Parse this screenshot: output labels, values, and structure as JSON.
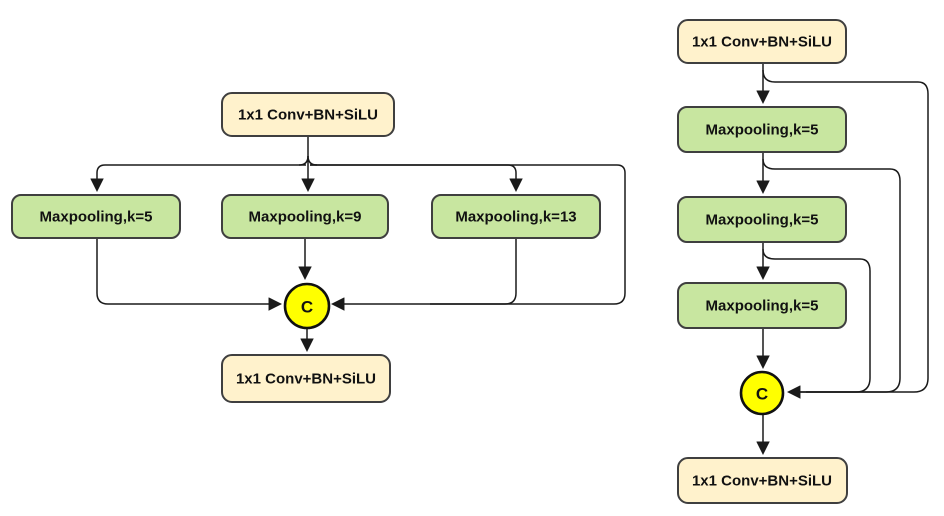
{
  "figure": {
    "left": {
      "conv_top": "1x1 Conv+BN+SiLU",
      "pool1": "Maxpooling,k=5",
      "pool2": "Maxpooling,k=9",
      "pool3": "Maxpooling,k=13",
      "concat": "C",
      "conv_bottom": "1x1 Conv+BN+SiLU"
    },
    "right": {
      "conv_top": "1x1 Conv+BN+SiLU",
      "pool1": "Maxpooling,k=5",
      "pool2": "Maxpooling,k=5",
      "pool3": "Maxpooling,k=5",
      "concat": "C",
      "conv_bottom": "1x1 Conv+BN+SiLU"
    },
    "colors": {
      "conv_block": "#FFF2CC",
      "pool_block": "#C8E6A0",
      "concat_circle": "#FFFF00",
      "line": "#1A1A1A",
      "background": "#FFFFFF"
    }
  }
}
